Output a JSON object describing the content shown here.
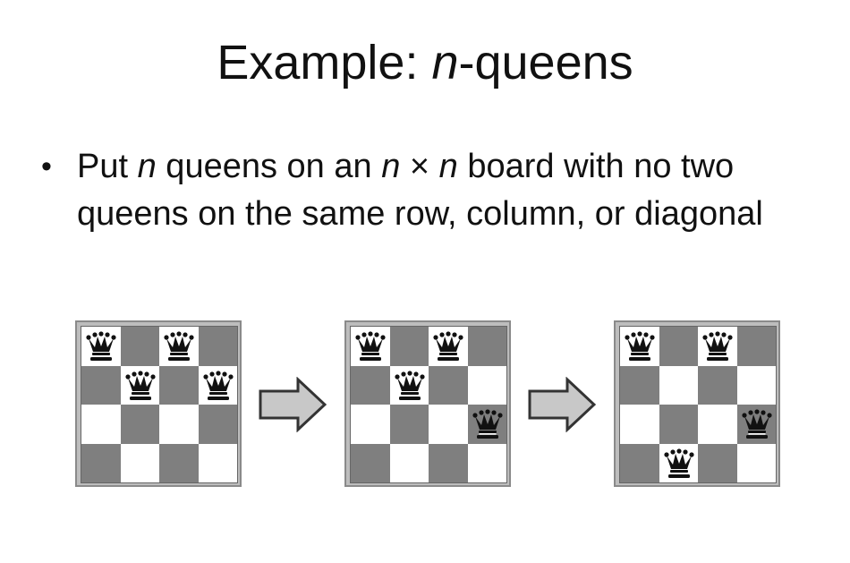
{
  "slide": {
    "title_prefix": "Example: ",
    "title_var": "n",
    "title_suffix": "-queens",
    "bullet": {
      "t1": "Put ",
      "v1": "n",
      "t2": " queens on an ",
      "v2": "n",
      "t3": " × ",
      "v3": "n",
      "t4": " board with no two queens on the same row, column, or diagonal"
    }
  },
  "icons": {
    "queen": "chess-queen-icon",
    "arrow": "right-arrow-icon"
  },
  "colors": {
    "dark_square": "#7f7f7f",
    "light_square": "#ffffff",
    "queen": "#111111",
    "arrow_fill": "#c8c8c8"
  },
  "boards": [
    {
      "queens": [
        [
          0,
          0
        ],
        [
          0,
          2
        ],
        [
          1,
          1
        ],
        [
          1,
          3
        ]
      ]
    },
    {
      "queens": [
        [
          0,
          0
        ],
        [
          0,
          2
        ],
        [
          1,
          1
        ],
        [
          2,
          3
        ]
      ]
    },
    {
      "queens": [
        [
          0,
          0
        ],
        [
          0,
          2
        ],
        [
          2,
          3
        ],
        [
          3,
          1
        ]
      ]
    }
  ]
}
